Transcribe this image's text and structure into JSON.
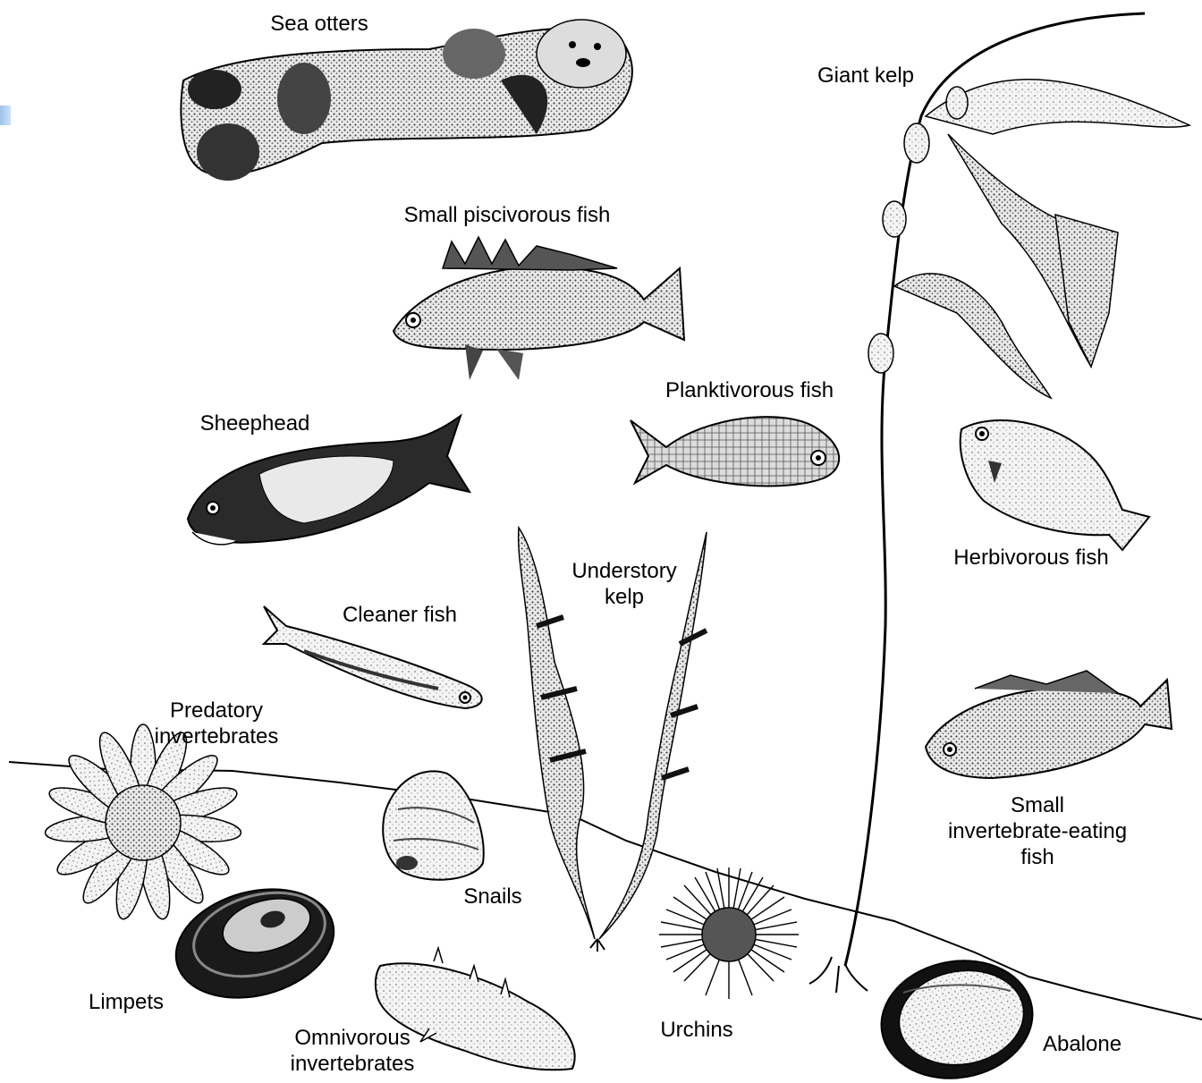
{
  "labels": {
    "sea_otters": "Sea otters",
    "giant_kelp": "Giant kelp",
    "small_piscivorous_fish": "Small piscivorous fish",
    "planktivorous_fish": "Planktivorous fish",
    "sheephead": "Sheephead",
    "herbivorous_fish": "Herbivorous fish",
    "understory_kelp": [
      "Understory",
      "kelp"
    ],
    "cleaner_fish": "Cleaner fish",
    "predatory_invertebrates": [
      "Predatory",
      "invertebrates"
    ],
    "small_invertebrate_eating_fish": [
      "Small",
      "invertebrate-eating",
      "fish"
    ],
    "snails": "Snails",
    "limpets": "Limpets",
    "omnivorous_invertebrates": [
      "Omnivorous",
      "invertebrates"
    ],
    "urchins": "Urchins",
    "abalone": "Abalone"
  },
  "illustrations": [
    "sea-otter",
    "giant-kelp",
    "rockfish",
    "planktivorous-fish",
    "sheephead",
    "herbivorous-fish",
    "understory-kelp",
    "cleaner-fish",
    "sea-star",
    "invertebrate-eating-fish",
    "snail",
    "limpet",
    "sea-cucumber",
    "urchin",
    "abalone"
  ],
  "colors": {
    "ink": "#000000",
    "shade": "#555555",
    "light": "#cfcfcf",
    "paper": "#ffffff"
  }
}
